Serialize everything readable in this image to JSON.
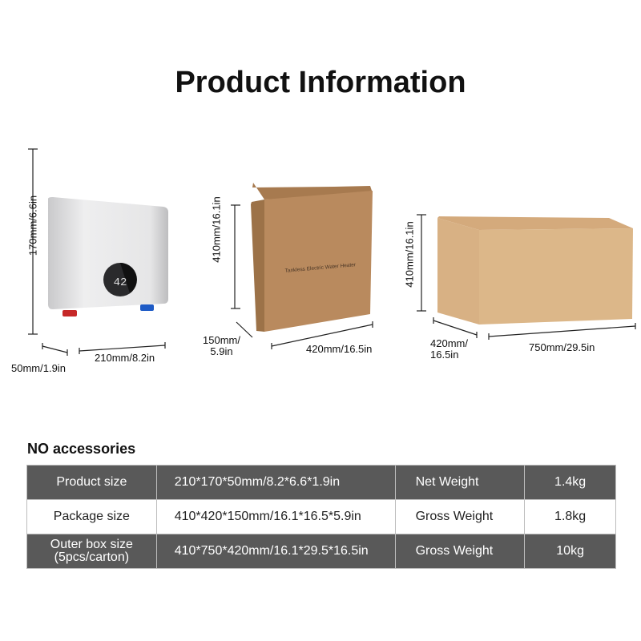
{
  "title": "Product Information",
  "heater": {
    "display_value": "42",
    "height_label": "170mm/6.6in",
    "width_label": "210mm/8.2in",
    "depth_label": "50mm/1.9in"
  },
  "package_box": {
    "print_text": "Tankless Electric Water Heater",
    "height_label": "410mm/16.1in",
    "width_label": "420mm/16.5in",
    "depth_label_line1": "150mm/",
    "depth_label_line2": "5.9in"
  },
  "outer_box": {
    "height_label": "410mm/16.1in",
    "width_label": "750mm/29.5in",
    "depth_label_line1": "420mm/",
    "depth_label_line2": "16.5in"
  },
  "accessories_note": "NO accessories",
  "colors": {
    "table_dark": "#595959",
    "cardboard": "#b98a5e",
    "hot_pipe": "#c62828",
    "cold_pipe": "#1e5bc6"
  },
  "table": {
    "rows": [
      {
        "label": "Product size",
        "label2": "",
        "spec": "210*170*50mm/8.2*6.6*1.9in",
        "weight_label": "Net Weight",
        "weight": "1.4kg"
      },
      {
        "label": "Package size",
        "label2": "",
        "spec": "410*420*150mm/16.1*16.5*5.9in",
        "weight_label": "Gross Weight",
        "weight": "1.8kg"
      },
      {
        "label": "Outer box size",
        "label2": "(5pcs/carton)",
        "spec": "410*750*420mm/16.1*29.5*16.5in",
        "weight_label": "Gross Weight",
        "weight": "10kg"
      }
    ]
  }
}
